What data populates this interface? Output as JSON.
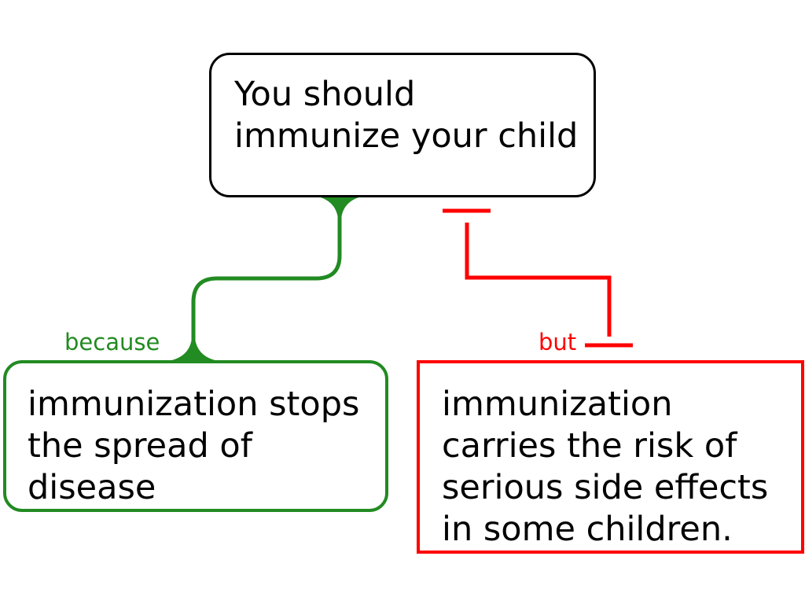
{
  "colors": {
    "claim": "#000000",
    "reason": "#228b22",
    "objection": "#ff0000"
  },
  "claim": {
    "lines": [
      "You should",
      "immunize your child"
    ]
  },
  "reason": {
    "connector_label": "because",
    "lines": [
      "immunization stops",
      "the spread of",
      "disease"
    ]
  },
  "objection": {
    "connector_label": "but",
    "lines": [
      "immunization",
      "carries the risk of",
      "serious side effects",
      "in some children."
    ]
  }
}
